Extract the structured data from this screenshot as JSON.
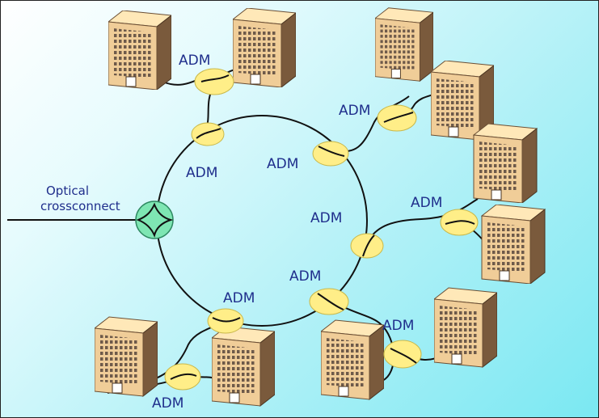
{
  "labels": {
    "adm": [
      "ADM",
      "ADM",
      "ADM",
      "ADM",
      "ADM",
      "ADM",
      "ADM",
      "ADM",
      "ADM",
      "ADM"
    ],
    "oxc": [
      "Optical",
      "crossconnect"
    ]
  },
  "colors": {
    "adm_fill": "#ffee88",
    "oxc_fill": "#7ee6b3",
    "label": "#1f2e8c",
    "fiber": "#111111",
    "building_front": "#f0cd98",
    "building_side": "#7a5a3c",
    "building_top": "#ffe8b8"
  }
}
